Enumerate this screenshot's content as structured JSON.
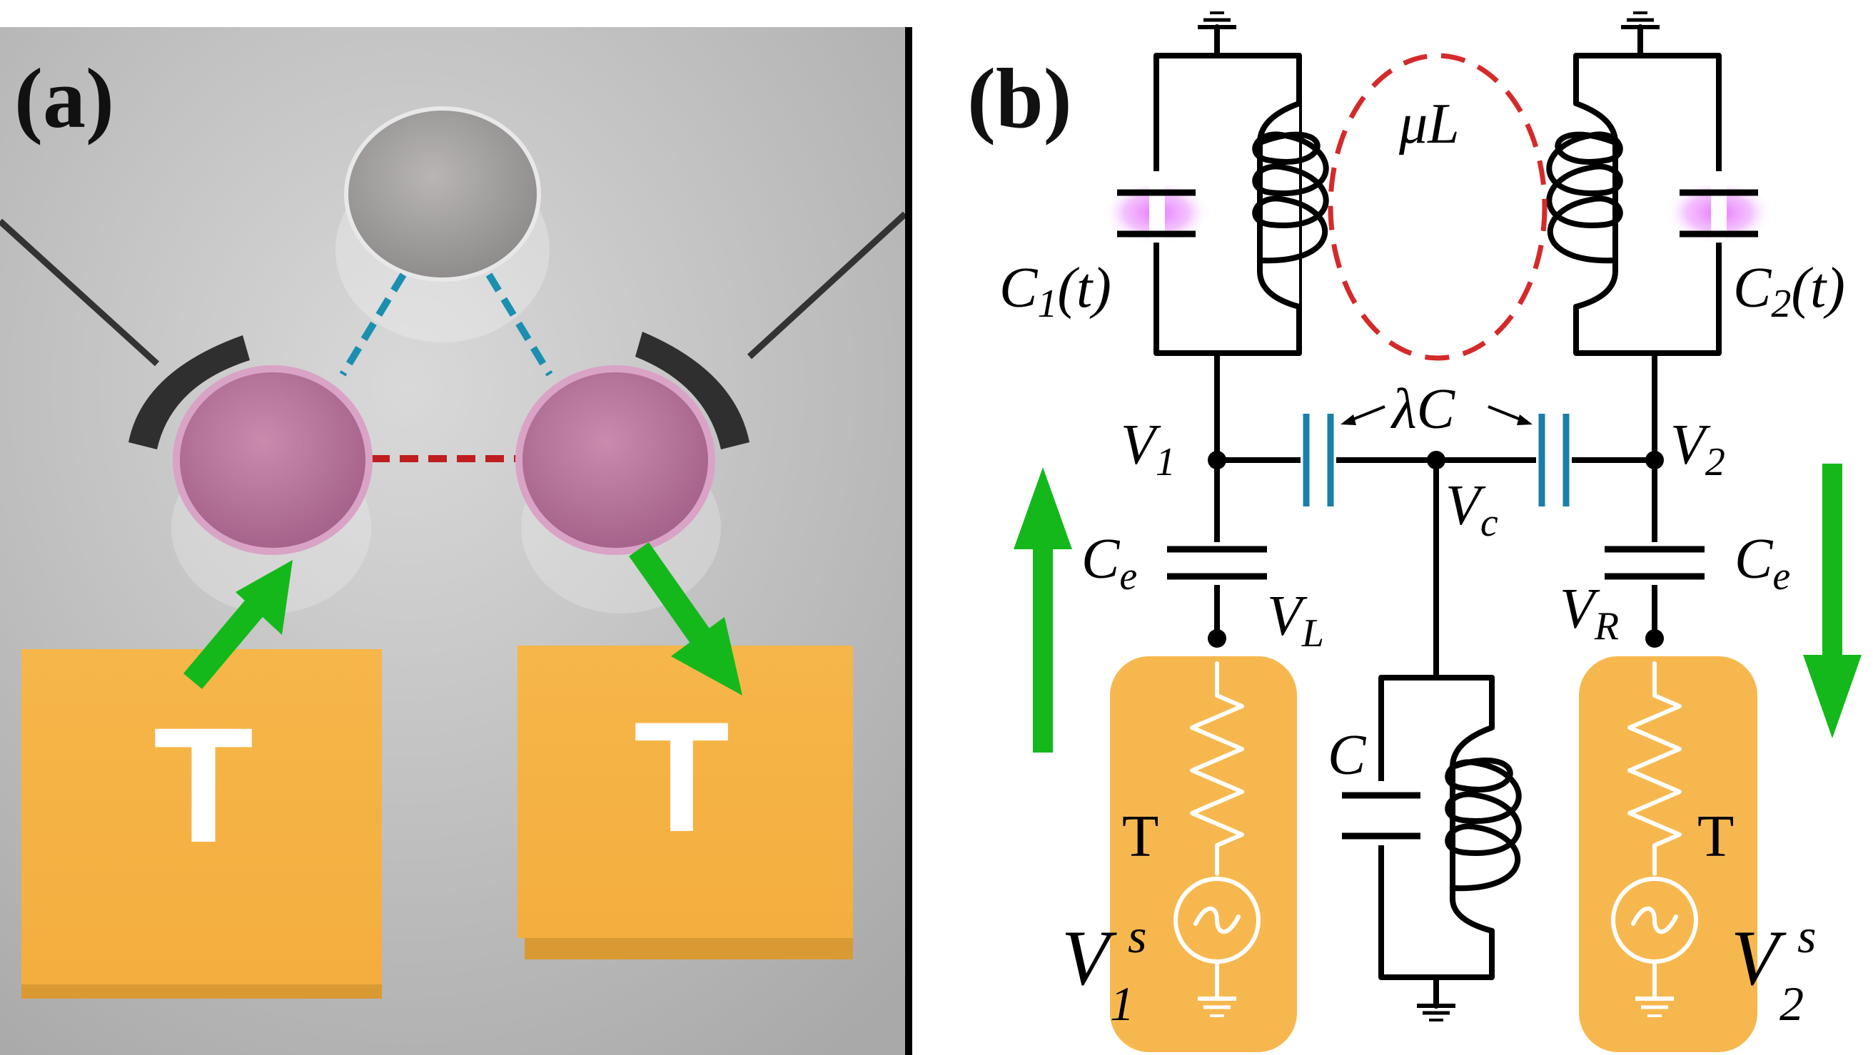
{
  "panel_a": {
    "label": "(a)",
    "reservoir_left_label": "T",
    "reservoir_right_label": "T"
  },
  "panel_b": {
    "label": "(b)",
    "mutual_inductance": "μL",
    "cap_left": "C",
    "cap_left_sub": "1",
    "cap_left_arg": "(t)",
    "cap_right": "C",
    "cap_right_sub": "2",
    "cap_right_arg": "(t)",
    "coupling_cap": "λC",
    "v1": "V",
    "v1_sub": "1",
    "v2": "V",
    "v2_sub": "2",
    "vc": "V",
    "vc_sub": "c",
    "ce_left": "C",
    "ce_left_sub": "e",
    "ce_right": "C",
    "ce_right_sub": "e",
    "vl": "V",
    "vl_sub": "L",
    "vr": "V",
    "vr_sub": "R",
    "center_cap": "C",
    "temp_left": "T",
    "temp_right": "T",
    "source_left": "V",
    "source_left_sup": "s",
    "source_left_sub": "1",
    "source_right": "V",
    "source_right_sup": "s",
    "source_right_sub": "2"
  },
  "colors": {
    "reservoir": "#F6B84E",
    "resonator_pink": "#C77FA6",
    "modulation_glow": "#E070F0",
    "coupling_blue": "#1A7FA8",
    "mutual_red": "#D42A2A",
    "flow_arrow_green": "#12B81A"
  }
}
